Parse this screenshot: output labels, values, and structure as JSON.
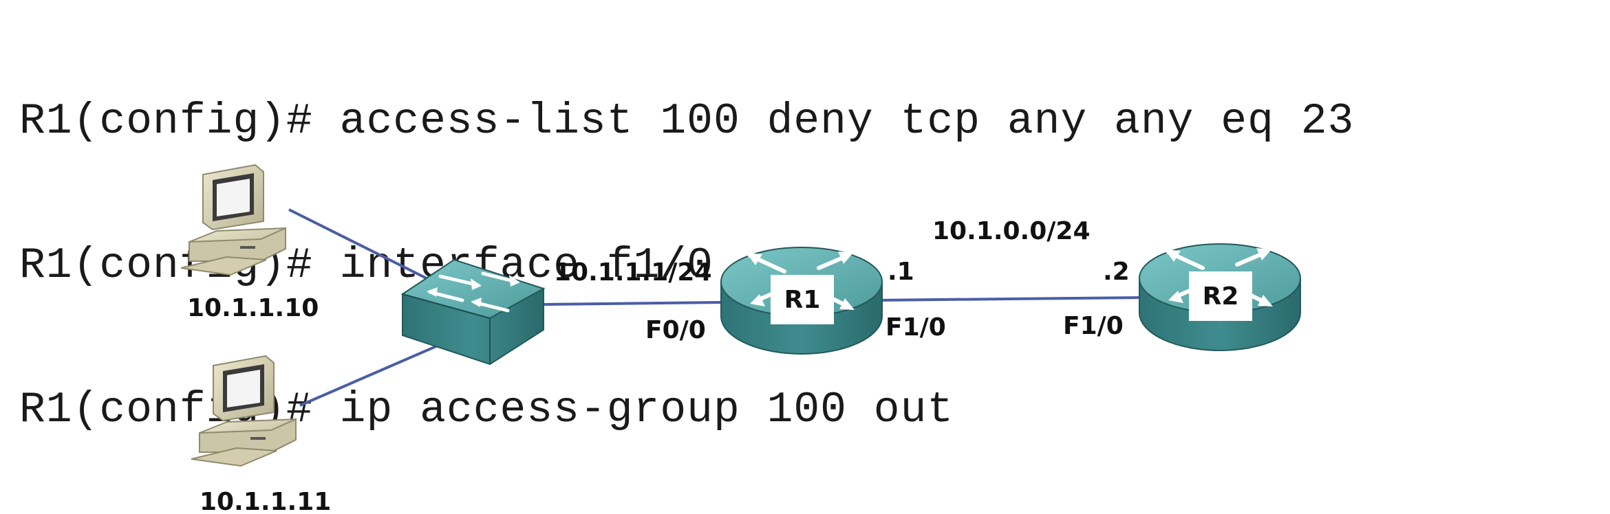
{
  "cli": {
    "lines": [
      "R1(config)# access-list 100 deny tcp any any eq 23",
      "R1(config)# interface f1/0",
      "R1(config)# ip access-group 100 out"
    ]
  },
  "topology": {
    "hosts": [
      {
        "ip": "10.1.1.10"
      },
      {
        "ip": "10.1.1.11"
      }
    ],
    "routers": [
      {
        "name": "R1"
      },
      {
        "name": "R2"
      }
    ],
    "r1_lan_ip": "10.1.1.1/24",
    "r1_lan_iface": "F0/0",
    "wan_network": "10.1.0.0/24",
    "r1_wan_host": ".1",
    "r1_wan_iface": "F1/0",
    "r2_wan_host": ".2",
    "r2_wan_iface": "F1/0"
  },
  "colors": {
    "link": "#4a5ea6",
    "device_teal": "#3e8a8c",
    "device_teal_light": "#66b5b5",
    "device_teal_dark": "#2c6d6f",
    "pc_beige": "#d8d3b4"
  }
}
